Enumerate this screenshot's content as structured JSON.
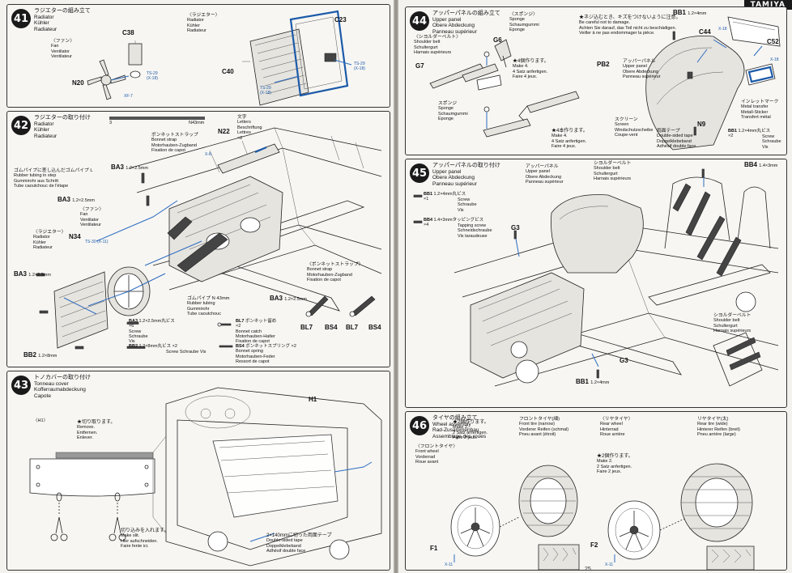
{
  "header": {
    "brand": "TAMIYA"
  },
  "steps": {
    "s41": {
      "number": "41",
      "title_jp": "ラジエターの組み立て",
      "title_en": "Radiator",
      "title_de": "Kühler",
      "title_fr": "Radiateur",
      "radiator_jp": "〈ラジエター〉",
      "radiator_en": "Radiator",
      "radiator_de": "Kühler",
      "radiator_fr": "Radiateur",
      "fan_jp": "〈ファン〉",
      "fan_en": "Fan",
      "fan_de": "Ventilator",
      "fan_fr": "Ventilateur",
      "p_c38": "C38",
      "p_c23": "C23",
      "p_c40": "C40",
      "p_n20": "N20",
      "ref_ts29_a": "TS-29",
      "ref_x18_a": "(X-18)",
      "ref_xf7": "XF-7",
      "ref_ts29_b": "TS-29",
      "ref_x18_b": "(X-18)",
      "ref_ts29_c": "TS-29",
      "ref_x18_c": "(X-18)"
    },
    "s42": {
      "number": "42",
      "title_jp": "ラジエターの取り付け",
      "title_en": "Radiator",
      "title_de": "Kühler",
      "title_fr": "Radiateur",
      "scale_label": "N43mm",
      "scale_mark": "3",
      "bonnet_strap_jp": "ボンネットストラップ",
      "bonnet_strap_en": "Bonnet strap",
      "bonnet_strap_de": "Motorhauben-Zugband",
      "bonnet_strap_fr": "Fixation de capot",
      "letters_jp": "文字",
      "letters_en": "Letters",
      "letters_de": "Beschriftung",
      "letters_fr": "Lettres",
      "letters_qty": "×2",
      "rubber_tube_jp": "ゴムパイプに差し込んだゴムパイプ L",
      "rubber_tube_en": "Rubber tubing in step",
      "rubber_tube_de": "Gummirohr aus Schritt",
      "rubber_tube_fr": "Tube caoutchouc de l'étape",
      "fan_jp": "〈ファン〉",
      "fan_en": "Fan",
      "fan_de": "Ventilator",
      "fan_fr": "Ventilateur",
      "radiator_jp": "〈ラジエター〉",
      "radiator_en": "Radiator",
      "radiator_de": "Kühler",
      "radiator_fr": "Radiateur",
      "p_ba3_a": "BA3",
      "p_ba3_a_size": "1.2×2.5mm",
      "p_ba3_b": "BA3",
      "p_ba3_b_size": "1.2×2.5mm",
      "p_ba3_c": "BA3",
      "p_ba3_c_size": "1.2×2.5mm",
      "p_bb2": "BB2",
      "p_bb2_size": "1.2×8mm",
      "p_n22": "N22",
      "p_n34": "N34",
      "ref_x8": "X-8",
      "ref_ts30": "TS-30",
      "ref_x11": "(X-11)",
      "rubber_pipe_jp": "ゴムパイプ N 43mm",
      "rubber_pipe_en": "Rubber tubing",
      "rubber_pipe_de": "Gummirohr",
      "rubber_pipe_fr": "Tube caoutchouc",
      "legend_ba3": "BA3",
      "legend_ba3_size": "1.2×2.5mm丸ビス",
      "legend_ba3_en": "Screw",
      "legend_ba3_de": "Schraube",
      "legend_ba3_fr": "Vis",
      "legend_ba3_qty": "×6",
      "legend_bb2": "BB2",
      "legend_bb2_size": "1.2×8mm丸ビス",
      "legend_bb2_en": "Screw",
      "legend_bb2_de": "Schraube",
      "legend_bb2_fr": "Vis",
      "legend_bb2_qty": "×2",
      "legend_bl7": "BL7",
      "legend_bl7_jp": "ボンネット留め",
      "legend_bl7_en": "Bonnet catch",
      "legend_bl7_de": "Motorhauben-Halter",
      "legend_bl7_fr": "Fixation de capot",
      "legend_bl7_qty": "×2",
      "legend_bs4": "BS4",
      "legend_bs4_jp": "ボンネットスプリング",
      "legend_bs4_en": "Bonnet spring",
      "legend_bs4_de": "Motorhauben-Feder",
      "legend_bs4_fr": "Ressort de capot",
      "legend_bs4_qty": "×2",
      "strap_box_jp": "〈ボンネットストラップ〉",
      "strap_box_en": "Bonnet strap",
      "strap_box_de": "Motorhauben-Zugband",
      "strap_box_fr": "Fixation de capot",
      "strap_ba3": "BA3",
      "strap_ba3_size": "1.2×2.5mm",
      "p_bl7_a": "BL7",
      "p_bs4_a": "BS4",
      "p_bl7_b": "BL7",
      "p_bs4_b": "BS4"
    },
    "s43": {
      "number": "43",
      "title_jp": "トノカバーの取り付け",
      "title_en": "Tonneau cover",
      "title_de": "Kofferraumabdeckung",
      "title_fr": "Capote",
      "h1_box": "〈H1〉",
      "remove_jp": "★切り取ります。",
      "remove_en": "Remove.",
      "remove_de": "Entfernen.",
      "remove_fr": "Enlever.",
      "make_jp": "切り込みを入れます。",
      "make_en": "Make slit.",
      "make_de": "Hier aufschneiden.",
      "make_fr": "Faire fente ici.",
      "p_h1": "H1",
      "tape_jp": "2×140mmに切った両面テープ",
      "tape_en": "Double-sided tape",
      "tape_de": "Doppelklebeband",
      "tape_fr": "Adhésif double face"
    },
    "s44": {
      "number": "44",
      "title_jp": "アッパーパネルの組み立て",
      "title_en": "Upper panel",
      "title_de": "Obere Abdeckung",
      "title_fr": "Panneau supérieur",
      "shoulder_jp": "〈シヨルダーベルト〉",
      "shoulder_en": "Shoulder belt",
      "shoulder_de": "Schultergurt",
      "shoulder_fr": "Harnais supérieurs",
      "sponge_jp": "〈スポンジ〉",
      "sponge_en": "Sponge",
      "sponge_de": "Schaumgummi",
      "sponge_fr": "Eponge",
      "sponge2_jp": "スポンジ",
      "sponge2_en": "Sponge",
      "sponge2_de": "Schaumgummi",
      "sponge2_fr": "Eponge",
      "make4_jp": "★4個作ります。",
      "make4_en": "Make 4.",
      "make4_de": "4 Satz anfertigen.",
      "make4_fr": "Faire 4 jeux.",
      "make4b_jp": "★4本作ります。",
      "make4b_en": "Make 4.",
      "make4b_de": "4 Satz anfertigen.",
      "make4b_fr": "Faire 4 jeux.",
      "careful_jp": "★ネジ込むとき、キズをつけないように注意。",
      "careful_en": "Be careful not to damage.",
      "careful_de": "Achten Sie darauf, das Teil nicht zu beschädigen.",
      "careful_fr": "Veiller à ne pas endommager la pièce.",
      "p_g7": "G7",
      "p_g6": "G6",
      "p_pb2": "PB2",
      "p_c44": "C44",
      "p_c52": "C52",
      "p_n9": "N9",
      "p_bb1": "BB1",
      "p_bb1_size": "1.2×4mm",
      "ref_x18_a": "X-18",
      "ref_x18_b": "X-18",
      "upper_jp": "アッパーパネル",
      "upper_en": "Upper panel",
      "upper_de": "Obere Abdeckung",
      "upper_fr": "Panneau supérieur",
      "screen_jp": "スクリーン",
      "screen_en": "Screen",
      "screen_de": "Windschutzscheibe",
      "screen_fr": "Coupe-vent",
      "tape_jp": "両面テープ",
      "tape_en": "Double-sided tape",
      "tape_de": "Doppelklebeband",
      "tape_fr": "Adhésif double face",
      "metal_jp": "インレットマーク",
      "metal_en": "Metal transfer",
      "metal_de": "Metall-Sticker",
      "metal_fr": "Transfert métal",
      "legend_bb1": "BB1",
      "legend_bb1_size": "1.2×4mm丸ビス",
      "legend_bb1_en": "Screw",
      "legend_bb1_de": "Schraube",
      "legend_bb1_fr": "Vis",
      "legend_bb1_qty": "×2"
    },
    "s45": {
      "number": "45",
      "title_jp": "アッパーパネルの取り付け",
      "title_en": "Upper panel",
      "title_de": "Obere Abdeckung",
      "title_fr": "Panneau supérieur",
      "upper_jp": "アッパーパネル",
      "upper_en": "Upper panel",
      "upper_de": "Obere Abdeckung",
      "upper_fr": "Panneau supérieur",
      "shoulder_jp": "シヨルダーベルト",
      "shoulder_en": "Shoulder belt",
      "shoulder_de": "Schultergurt",
      "shoulder_fr": "Harnais supérieurs",
      "shoulder2_jp": "シヨルダーベルト",
      "shoulder2_en": "Shoulder belt",
      "shoulder2_de": "Schultergurt",
      "shoulder2_fr": "Harnais supérieurs",
      "legend_bb1": "BB1",
      "legend_bb1_size": "1.2×4mm丸ビス",
      "legend_bb1_en": "Screw",
      "legend_bb1_de": "Schraube",
      "legend_bb1_fr": "Vis",
      "legend_bb1_qty": "×1",
      "legend_bb4": "BB4",
      "legend_bb4_size": "1.4×3mmタッピングビス",
      "legend_bb4_en": "Tapping screw",
      "legend_bb4_de": "Schneidschraube",
      "legend_bb4_fr": "Vis taraudeuse",
      "legend_bb4_qty": "×4",
      "p_bb4": "BB4",
      "p_bb4_size": "1.4×3mm",
      "p_g3_a": "G3",
      "p_g3_b": "G3",
      "p_bb1": "BB1",
      "p_bb1_size": "1.2×4mm"
    },
    "s46": {
      "number": "46",
      "title_jp": "タイヤの組み立て",
      "title_en": "Wheel assembly",
      "title_de": "Rad-Zusammenbau",
      "title_fr": "Assemblage des roues",
      "front_box_jp": "〈フロントタイヤ〉",
      "front_en": "Front wheel",
      "front_de": "Vorderrad",
      "front_fr": "Roue avant",
      "front_tire_jp": "フロントタイヤ(細)",
      "front_tire_en": "Front tire (narrow)",
      "front_tire_de": "Vorderer Reifen (schmal)",
      "front_tire_fr": "Pneu avant (étroit)",
      "rear_box_jp": "〈リヤタイヤ〉",
      "rear_en": "Rear wheel",
      "rear_de": "Hinterrad",
      "rear_fr": "Roue arrière",
      "rear_tire_jp": "リヤタイヤ(太)",
      "rear_tire_en": "Rear tire (wide)",
      "rear_tire_de": "Hinterer Reifen (breit)",
      "rear_tire_fr": "Pneu arrière (large)",
      "make2_jp": "★2個作ります。",
      "make2_en": "Make 2.",
      "make2_de": "2 Satz anfertigen.",
      "make2_fr": "Faire 2 jeux.",
      "make2b_jp": "★2個作ります。",
      "make2b_en": "Make 2.",
      "make2b_de": "2 Satz anfertigen.",
      "make2b_fr": "Faire 2 jeux.",
      "p_f1": "F1",
      "p_f2": "F2",
      "ref_x11_a": "X-11",
      "ref_x11_b": "X-11"
    }
  },
  "footer": {
    "page_left": "",
    "page_right": "25"
  }
}
